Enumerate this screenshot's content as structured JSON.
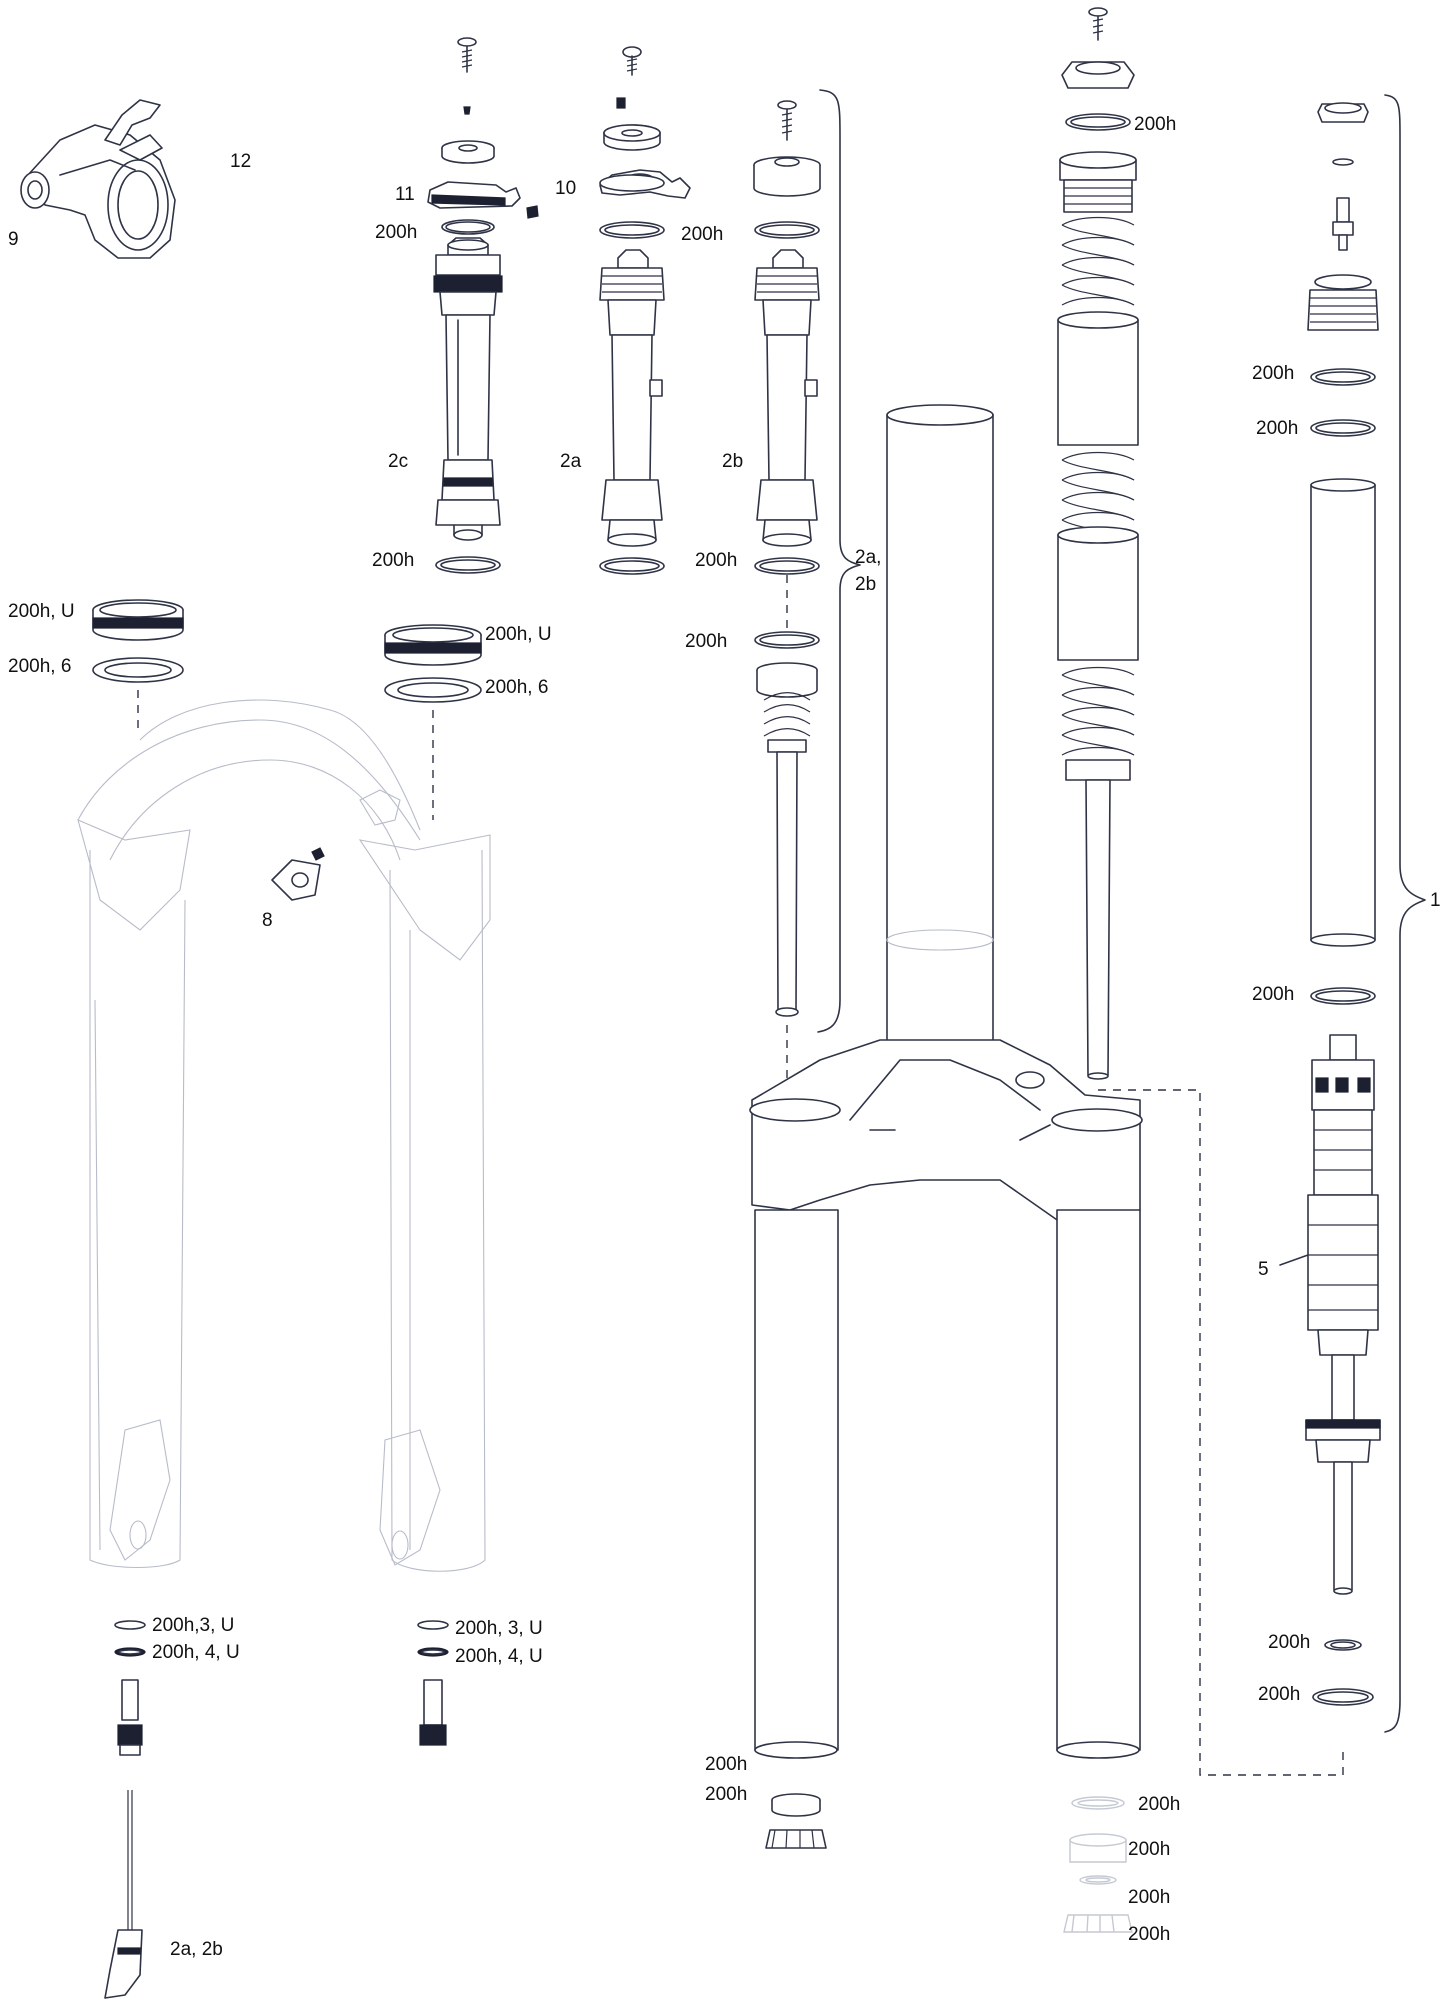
{
  "labels": {
    "l9": "9",
    "l12": "12",
    "l11": "11",
    "l11_200h": "200h",
    "l10": "10",
    "l10_200h": "200h",
    "l2c": "2c",
    "l2a": "2a",
    "l2b": "2b",
    "l2c_200h": "200h",
    "l2a_200h": "200h",
    "l2ab_bracket_line1": "2a,",
    "l2ab_bracket_line2": "2b",
    "l_damper_200h": "200h",
    "l_left_seal": "200h, U",
    "l_left_foam": "200h, 6",
    "l_right_seal": "200h, U",
    "l_right_foam": "200h, 6",
    "l8": "8",
    "l_top_oring": "200h",
    "l_r_200h_a": "200h",
    "l_r_200h_b": "200h",
    "l1": "1",
    "l_r_200h_c": "200h",
    "l5": "5",
    "l_r_200h_d": "200h",
    "l_r_200h_e": "200h",
    "l_bl_1": "200h,3, U",
    "l_bl_2": "200h, 4, U",
    "l_br_1": "200h, 3, U",
    "l_br_2": "200h, 4, U",
    "l_foot": "2a, 2b",
    "l_csu_1": "200h",
    "l_csu_2": "200h",
    "l_bot_1": "200h",
    "l_bot_2": "200h",
    "l_bot_3": "200h",
    "l_bot_4": "200h"
  }
}
